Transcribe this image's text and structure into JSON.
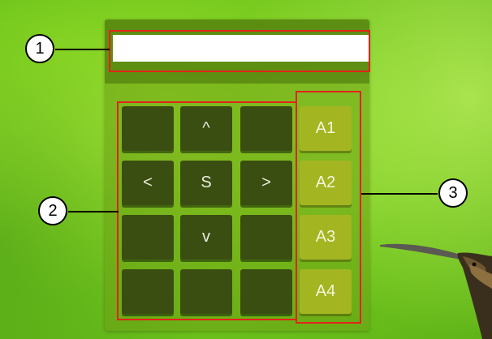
{
  "keypad": {
    "rows": [
      [
        "",
        "^",
        ""
      ],
      [
        "<",
        "S",
        ">"
      ],
      [
        "",
        "v",
        ""
      ],
      [
        "",
        "",
        ""
      ]
    ]
  },
  "actions": [
    "A1",
    "A2",
    "A3",
    "A4"
  ],
  "callouts": [
    "1",
    "2",
    "3"
  ],
  "colors": {
    "key": "#3b4e12",
    "action_key": "#a4b522",
    "highlight": "#e2231a"
  },
  "display": {
    "value": ""
  }
}
